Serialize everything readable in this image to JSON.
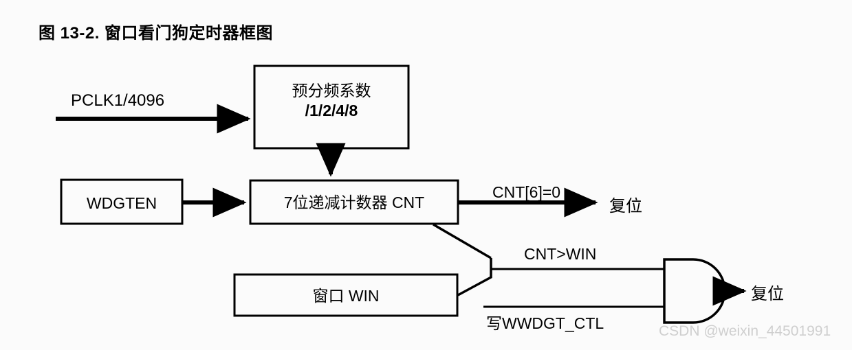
{
  "figure": {
    "title": "图 13-2. 窗口看门狗定时器框图"
  },
  "blocks": {
    "prescaler": {
      "line1": "预分频系数",
      "line2": "/1/2/4/8"
    },
    "counter": {
      "label": "7位递减计数器 CNT"
    },
    "wdgten": {
      "label": "WDGTEN"
    },
    "window": {
      "label": "窗口 WIN"
    },
    "and_gate": {
      "name": "and-gate"
    },
    "comparator": {
      "name": "comparator"
    }
  },
  "signals": {
    "clock_input": "PCLK1/4096",
    "counter_zero": "CNT[6]=0",
    "reset_from_counter": "复位",
    "cnt_gt_win": "CNT>WIN",
    "write_ctl": "写WWDGT_CTL",
    "reset_from_gate": "复位"
  },
  "watermark": {
    "text": "CSDN @weixin_44501991"
  },
  "colors": {
    "background": "#fbfbfb",
    "stroke": "#000000",
    "text": "#000000",
    "watermark": "#cfcfcf"
  }
}
